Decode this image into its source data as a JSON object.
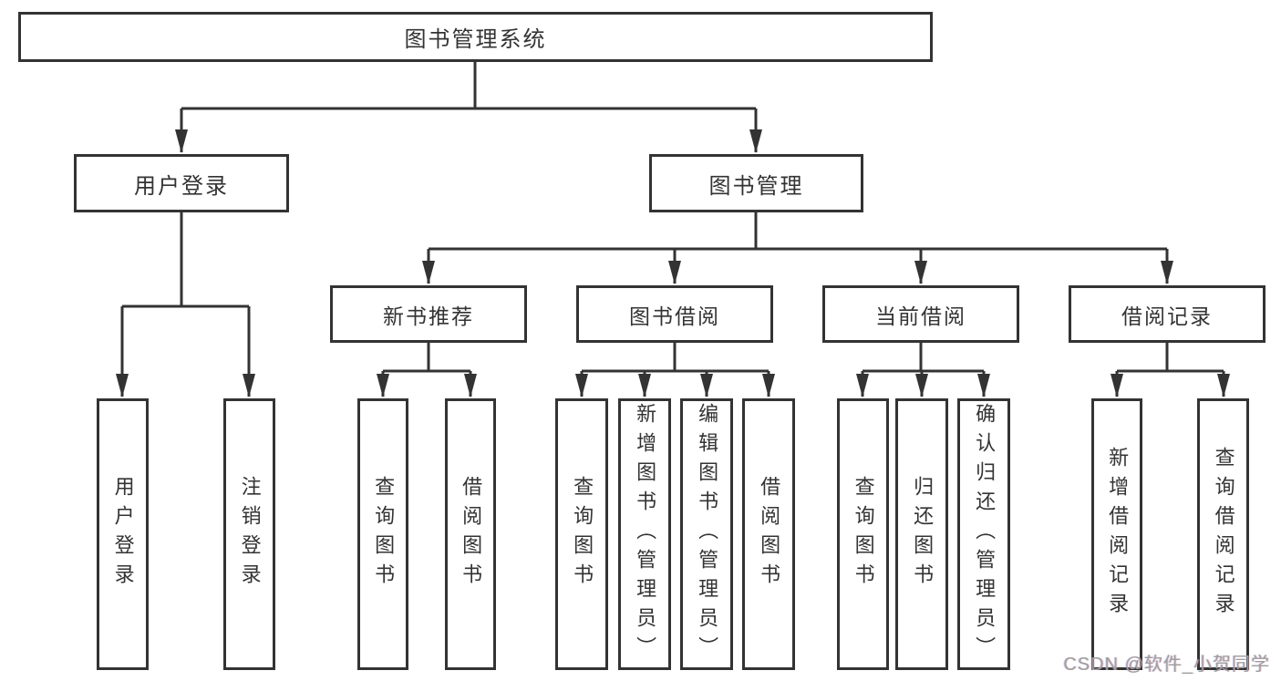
{
  "tree": {
    "root": {
      "label": "图书管理系统"
    },
    "branches": [
      {
        "label": "用户登录",
        "children": [
          {
            "label": "用户登录"
          },
          {
            "label": "注销登录"
          }
        ]
      },
      {
        "label": "图书管理",
        "children": [
          {
            "label": "新书推荐",
            "children": [
              {
                "label": "查询图书"
              },
              {
                "label": "借阅图书"
              }
            ]
          },
          {
            "label": "图书借阅",
            "children": [
              {
                "label": "查询图书"
              },
              {
                "label": "新增图书（管理员）"
              },
              {
                "label": "编辑图书（管理员）"
              },
              {
                "label": "借阅图书"
              }
            ]
          },
          {
            "label": "当前借阅",
            "children": [
              {
                "label": "查询图书"
              },
              {
                "label": "归还图书"
              },
              {
                "label": "确认归还（管理员）"
              }
            ]
          },
          {
            "label": "借阅记录",
            "children": [
              {
                "label": "新增借阅记录"
              },
              {
                "label": "查询借阅记录"
              }
            ]
          }
        ]
      }
    ]
  },
  "watermark": {
    "text": "CSDN @软件_小贺同学"
  },
  "colors": {
    "line": "#333333",
    "text": "#333333",
    "background": "#ffffff",
    "watermark": "#9e9e9e"
  }
}
